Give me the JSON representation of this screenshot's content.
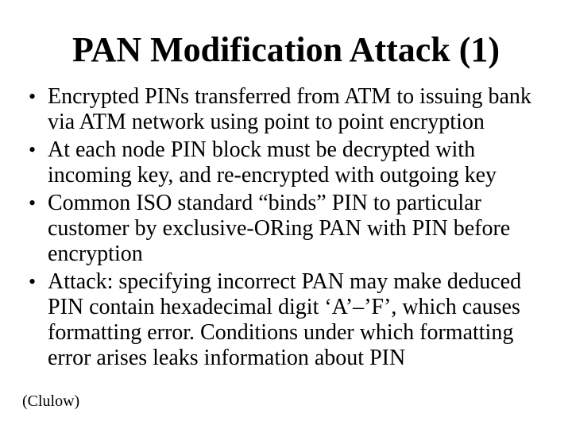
{
  "slide": {
    "title": "PAN Modification Attack (1)",
    "bullet_char": "•",
    "bullets": [
      {
        "lines": [
          "Encrypted PINs transferred from ATM to issuing bank",
          "via ATM network using point to point encryption"
        ]
      },
      {
        "lines": [
          "At each node PIN block must be decrypted with",
          "incoming key, and re-encrypted with outgoing key"
        ]
      },
      {
        "lines": [
          "Common ISO standard “binds” PIN to particular",
          "customer by exclusive-ORing PAN with PIN before",
          "encryption"
        ]
      },
      {
        "lines": [
          "Attack: specifying incorrect PAN may make deduced",
          "PIN contain hexadecimal digit ‘A’–’F’, which causes",
          "formatting error. Conditions under which formatting",
          "error arises leaks information about PIN"
        ]
      }
    ],
    "footnote": "(Clulow)",
    "colors": {
      "background": "#ffffff",
      "text": "#000000"
    }
  }
}
